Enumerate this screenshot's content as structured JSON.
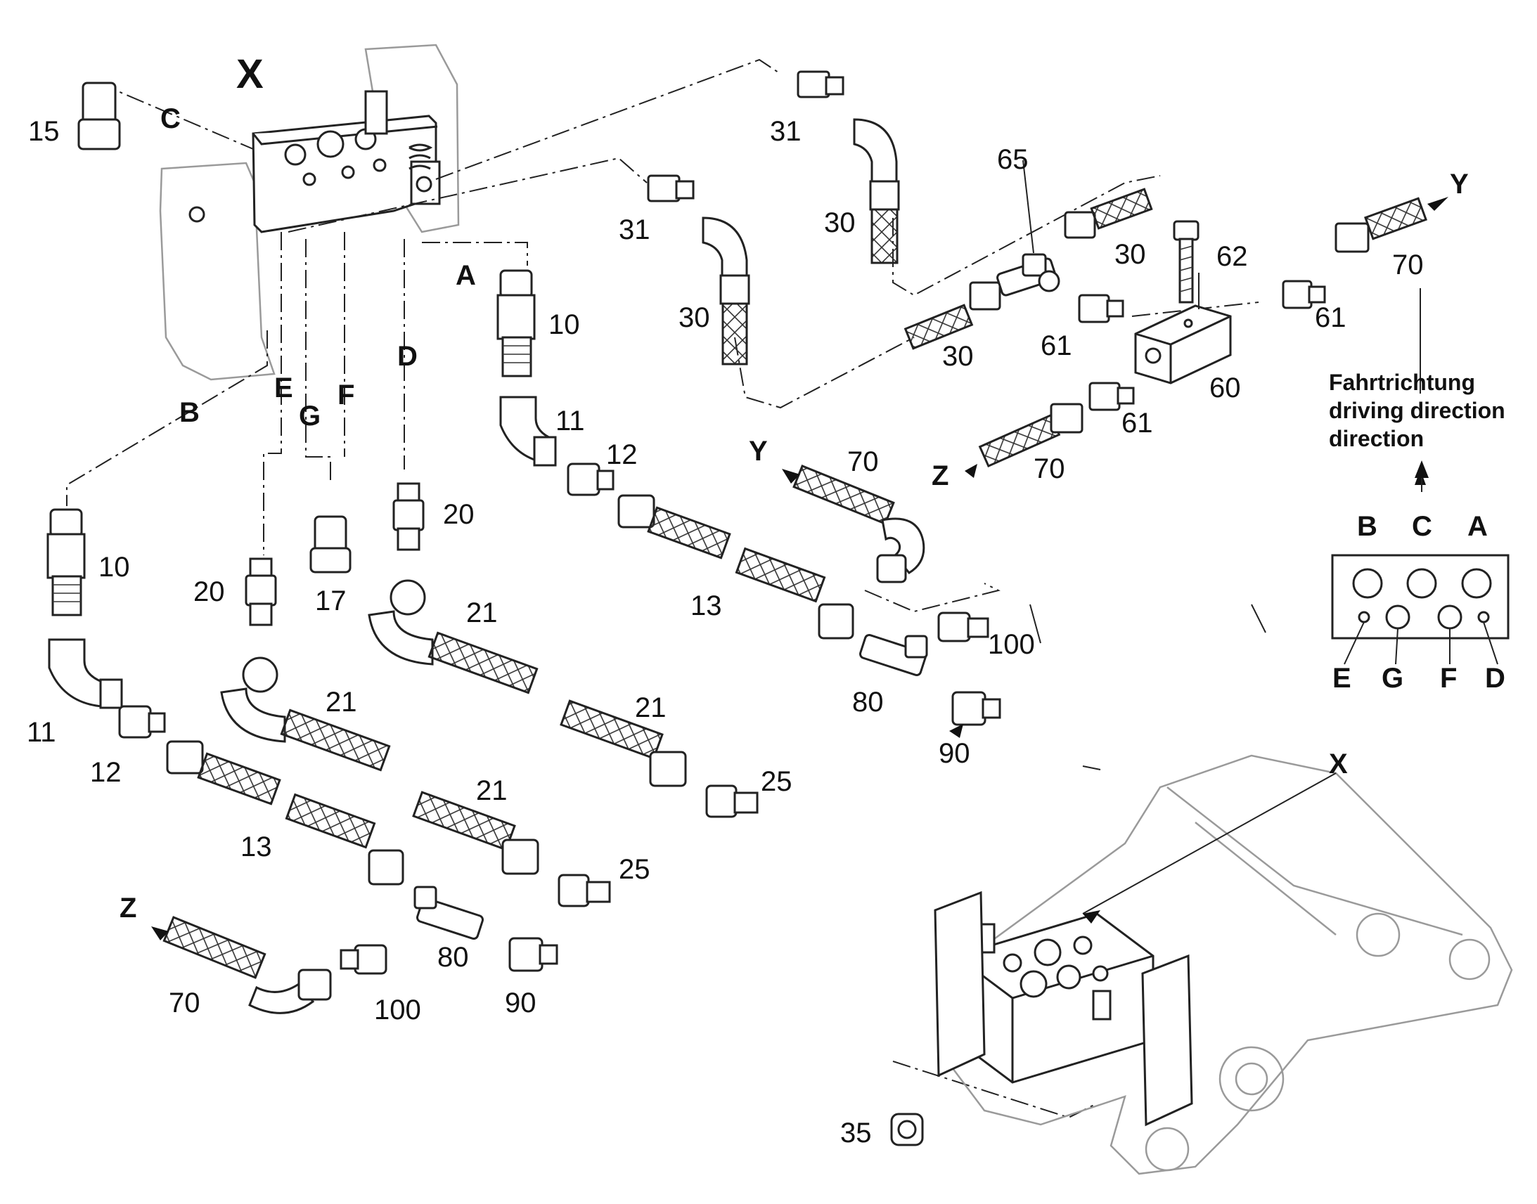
{
  "diagram": {
    "view_labels": {
      "x_main": "X",
      "x_detail": "X"
    },
    "port_letters": [
      "C",
      "A",
      "B",
      "E",
      "G",
      "F",
      "D"
    ],
    "arrow_labels": [
      "Y",
      "Y",
      "Z",
      "Z"
    ],
    "part_numbers": {
      "p15": "15",
      "p31a": "31",
      "p31b": "31",
      "p30a": "30",
      "p30b": "30",
      "p30c": "30",
      "p30d": "30",
      "p65": "65",
      "p62": "62",
      "p70a": "70",
      "p61a": "61",
      "p61b": "61",
      "p61c": "61",
      "p60": "60",
      "p70b": "70",
      "p10a": "10",
      "p11a": "11",
      "p12a": "12",
      "p70c": "70",
      "p13a": "13",
      "p20a": "20",
      "p21a": "21",
      "p21b": "21",
      "p100a": "100",
      "p80a": "80",
      "p90a": "90",
      "p25a": "25",
      "p10b": "10",
      "p20b": "20",
      "p17": "17",
      "p11b": "11",
      "p12b": "12",
      "p13b": "13",
      "p21c": "21",
      "p21d": "21",
      "p25b": "25",
      "p70d": "70",
      "p100b": "100",
      "p80b": "80",
      "p90b": "90",
      "p35": "35"
    },
    "direction_legend": {
      "line1": "Fahrtrichtung",
      "line2": "driving direction",
      "line3": "direction",
      "top_ports": [
        "B",
        "C",
        "A"
      ],
      "bottom_ports": [
        "E",
        "G",
        "F",
        "D"
      ]
    }
  }
}
